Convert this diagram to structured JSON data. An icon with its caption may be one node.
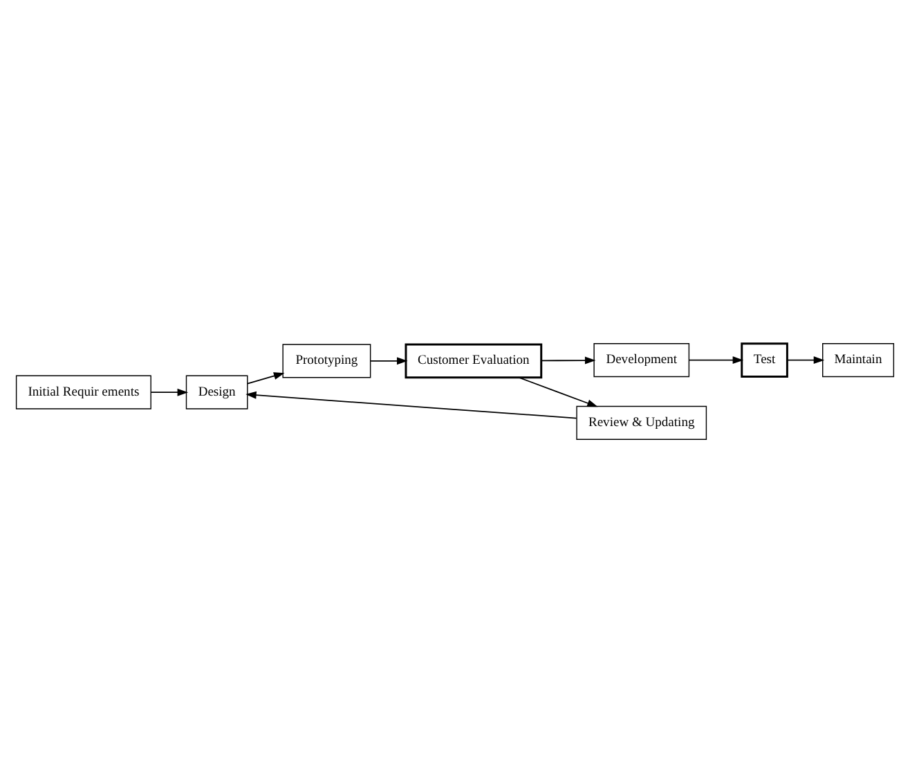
{
  "diagram": {
    "nodes": [
      {
        "text": [
          "Initial Requir ements"
        ]
      },
      {
        "text": [
          "Design"
        ]
      },
      {
        "text": [
          "Prototyping"
        ]
      },
      {
        "text": [
          "Customer Evaluation"
        ]
      },
      {
        "text": [
          "Review & Updating"
        ]
      },
      {
        "text": [
          "Development"
        ]
      },
      {
        "text": [
          "Test"
        ]
      },
      {
        "text": [
          "Maintain"
        ]
      }
    ],
    "edges": [
      {
        "from": 0,
        "to": 1,
        "arrow": "to"
      },
      {
        "from": 1,
        "to": 2,
        "arrow": "to"
      },
      {
        "from": 2,
        "to": 3,
        "arrow": "to"
      },
      {
        "from": 3,
        "to": 4,
        "arrow": "to"
      },
      {
        "from": 4,
        "to": 1,
        "arrow": "to"
      },
      {
        "from": 3,
        "to": 5,
        "arrow": "to"
      },
      {
        "from": 5,
        "to": 6,
        "arrow": "to"
      },
      {
        "from": 6,
        "to": 7,
        "arrow": "to"
      }
    ]
  }
}
